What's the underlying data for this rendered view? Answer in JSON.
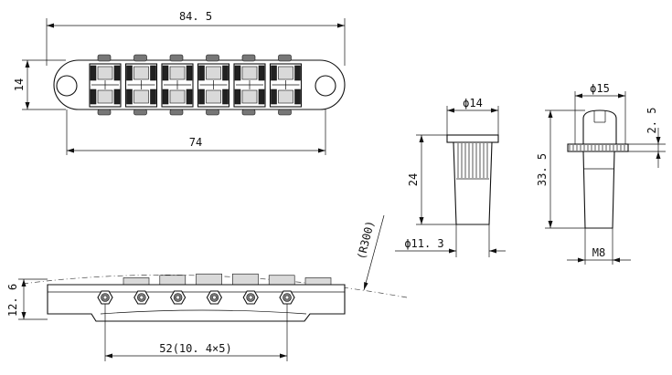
{
  "dimensions": {
    "bridge_length": "84. 5",
    "bridge_height": "14",
    "post_spacing": "74",
    "side_height": "12. 6",
    "saddle_span": "52(10. 4×5)",
    "radius": "(R300)",
    "bushing_head_dia": "ϕ14",
    "bushing_length": "24",
    "bushing_body_dia": "ϕ11. 3",
    "stud_head_dia": "ϕ15",
    "stud_head_thickness": "2. 5",
    "stud_length": "33. 5",
    "stud_thread": "M8"
  },
  "saddle_count": 6
}
